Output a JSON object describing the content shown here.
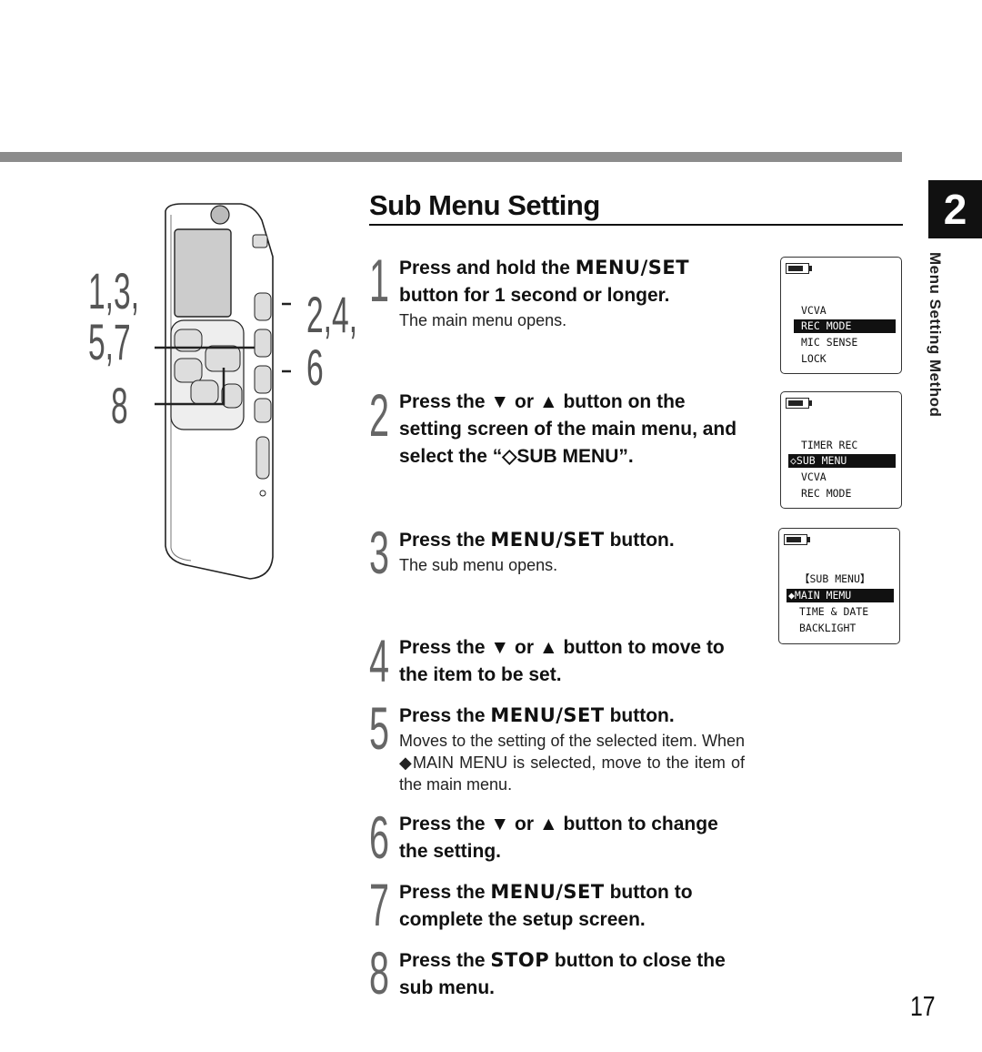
{
  "section": {
    "number": "2",
    "side_label": "Menu Setting Method"
  },
  "title": "Sub Menu Setting",
  "callouts": {
    "left_a": "1,3,",
    "left_b": "5,7",
    "left_c": "8",
    "right_a": "2,4,",
    "right_b": "6"
  },
  "steps": [
    {
      "num": "1",
      "head": [
        "Press and hold the ",
        "MENU/SET",
        " button for 1 second or longer."
      ],
      "desc": "The main menu opens."
    },
    {
      "num": "2",
      "head": [
        "Press the ▼ or ▲ button on the setting screen of the main menu, and select the “◇SUB MENU”."
      ],
      "desc": ""
    },
    {
      "num": "3",
      "head": [
        "Press the ",
        "MENU/SET",
        " button."
      ],
      "desc": "The sub menu opens."
    },
    {
      "num": "4",
      "head": [
        "Press the ▼ or ▲ button to move to the item to be set."
      ],
      "desc": ""
    },
    {
      "num": "5",
      "head": [
        "Press the ",
        "MENU/SET",
        " button."
      ],
      "desc": "Moves to the setting of the selected item.  When ◆MAIN MENU is selected, move to the item of the main menu."
    },
    {
      "num": "6",
      "head": [
        "Press the ▼ or ▲ button to change the setting."
      ],
      "desc": ""
    },
    {
      "num": "7",
      "head": [
        "Press the ",
        "MENU/SET",
        " button to complete the setup screen."
      ],
      "desc": ""
    },
    {
      "num": "8",
      "head": [
        "Press the ",
        "STOP",
        " button to close the sub menu."
      ],
      "desc": ""
    }
  ],
  "screens": [
    {
      "lines": [
        "VCVA",
        "REC MODE",
        "MIC SENSE",
        "LOCK"
      ],
      "selected": 1
    },
    {
      "lines": [
        "TIMER REC",
        "◇SUB MENU",
        "VCVA",
        "REC MODE"
      ],
      "selected": 1
    },
    {
      "lines": [
        "【SUB MENU】",
        "◆MAIN MEMU",
        "TIME & DATE",
        "BACKLIGHT"
      ],
      "selected": 1
    }
  ],
  "page_number": "17"
}
